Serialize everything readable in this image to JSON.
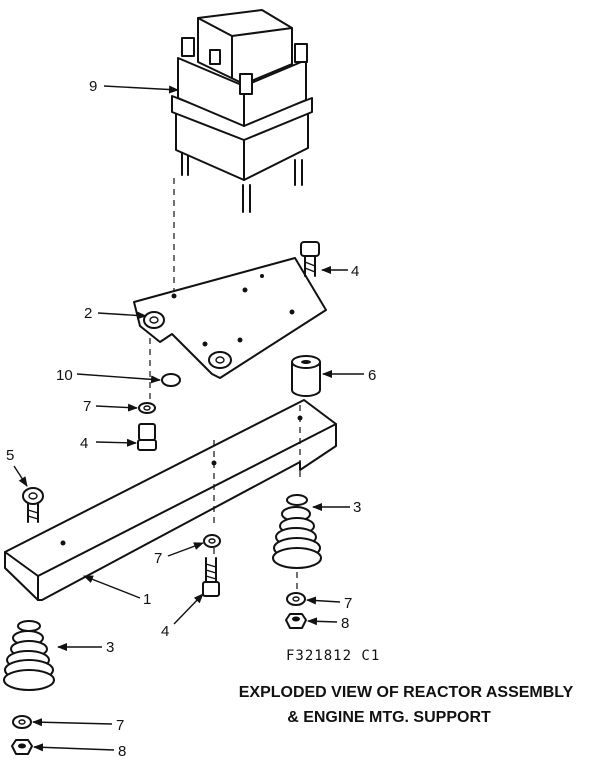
{
  "diagram": {
    "figure_code": "F321812  C1",
    "caption_line1": "EXPLODED VIEW OF REACTOR ASSEMBLY",
    "caption_line2": "& ENGINE MTG. SUPPORT",
    "callouts": {
      "reactor": "9",
      "bolt_top": "4",
      "plate": "2",
      "spacer": "6",
      "washer_small": "10",
      "lockwasher_left": "7",
      "bolt_left": "4",
      "screw": "5",
      "spring_right": "3",
      "lockwasher_mid": "7",
      "bracket": "1",
      "lockwasher_right": "7",
      "bolt_bottom": "4",
      "nut_right": "8",
      "spring_left": "3",
      "lockwasher_bottom": "7",
      "nut_bottom": "8"
    }
  }
}
